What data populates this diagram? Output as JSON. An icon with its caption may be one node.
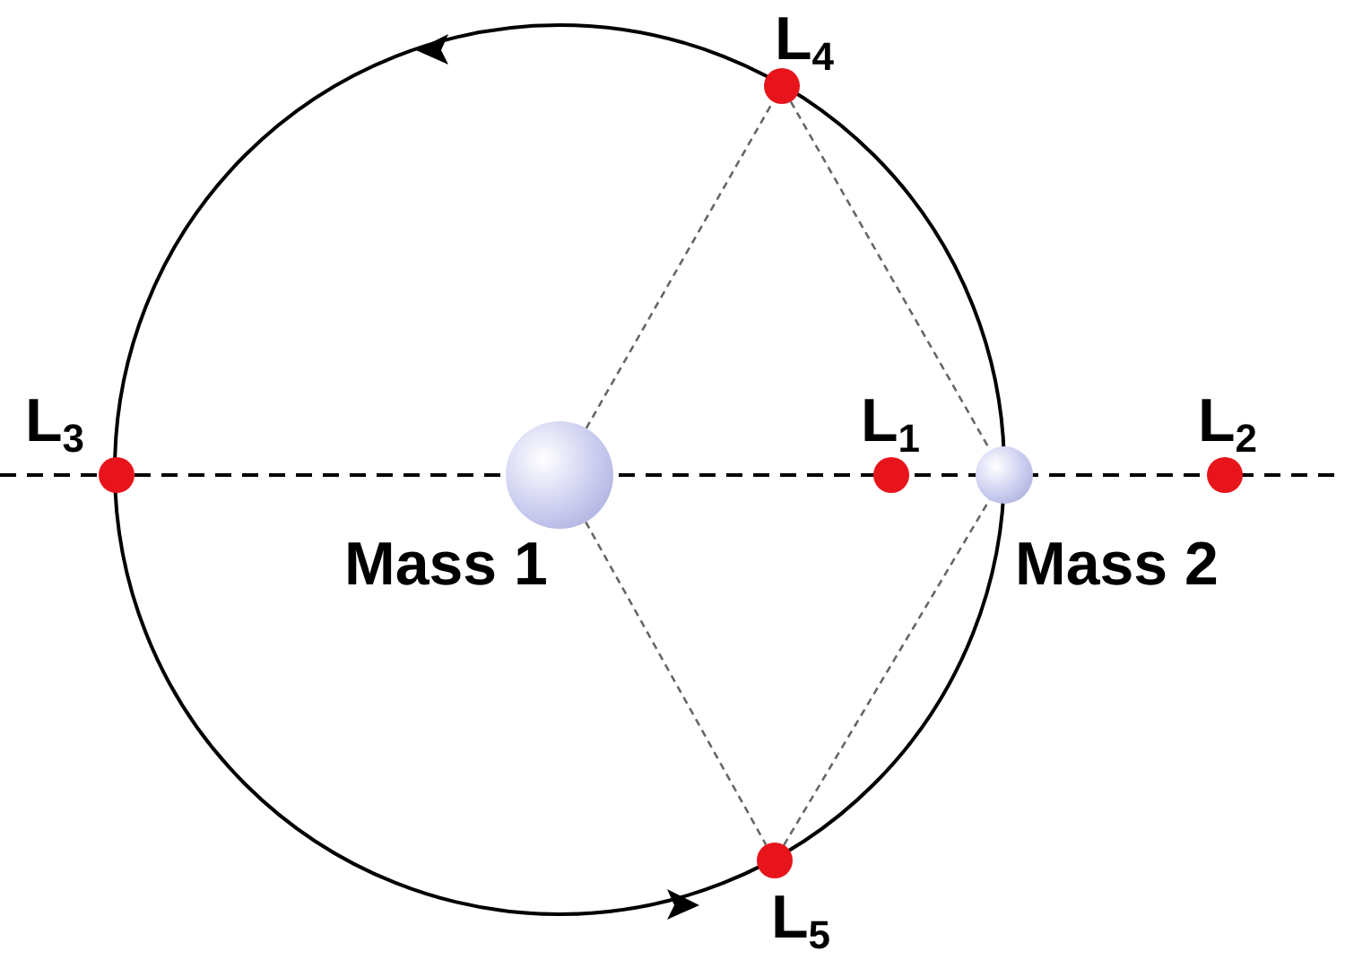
{
  "diagram": {
    "nodes": [
      {
        "text": [],
        "shape": "circle",
        "beside": [
          "L$_{4}$"
        ]
      },
      {
        "text": [],
        "shape": "circle",
        "beside": [
          "L$_{3}$"
        ]
      },
      {
        "text": [],
        "shape": "circle",
        "beside": [
          "Mass 1"
        ]
      },
      {
        "text": [],
        "shape": "circle",
        "beside": [
          "L$_{1}$"
        ]
      },
      {
        "text": [],
        "shape": "circle",
        "beside": [
          "Mass 2"
        ]
      },
      {
        "text": [],
        "shape": "circle",
        "beside": [
          "L$_{2}$"
        ]
      },
      {
        "text": [],
        "shape": "circle",
        "beside": [
          "L$_{5}$"
        ]
      }
    ],
    "edges": [
      {
        "from": 2,
        "to": 0,
        "arrow": "none",
        "style": "dashed"
      },
      {
        "from": 0,
        "to": 4,
        "arrow": "none",
        "style": "dashed"
      },
      {
        "from": 2,
        "to": 6,
        "arrow": "none",
        "style": "dashed"
      },
      {
        "from": 6,
        "to": 4,
        "arrow": "none",
        "style": "dashed"
      }
    ]
  }
}
